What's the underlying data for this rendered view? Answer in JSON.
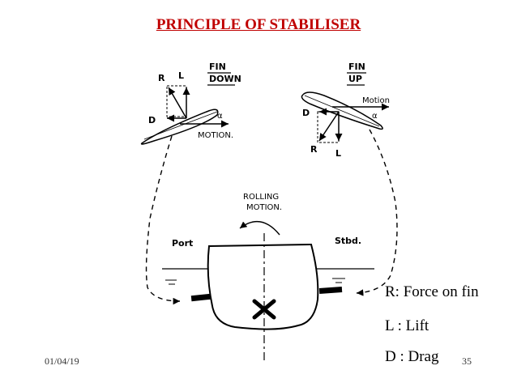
{
  "slide": {
    "title": "PRINCIPLE OF STABILISER",
    "date": "01/04/19",
    "page_number": "35",
    "title_color": "#c00000"
  },
  "legend": [
    "R: Force on fin",
    "L : Lift",
    "D : Drag"
  ],
  "diagram": {
    "fin_down": {
      "heading": [
        "FIN",
        "DOWN"
      ],
      "r": "R",
      "l": "L",
      "d": "D",
      "alpha": "α",
      "motion": "MOTION."
    },
    "fin_up": {
      "heading": [
        "FIN",
        "UP"
      ],
      "r": "R",
      "l": "L",
      "d": "D",
      "alpha": "α",
      "motion": "Motion"
    },
    "rolling": [
      "ROLLING",
      "MOTION."
    ],
    "port": "Port",
    "stbd": "Stbd."
  }
}
